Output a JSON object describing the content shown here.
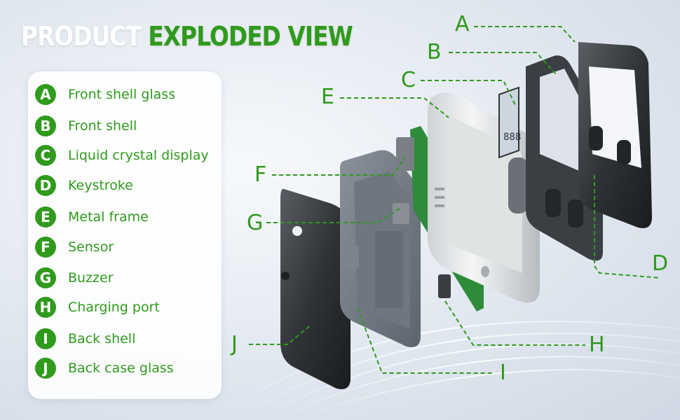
{
  "title": {
    "part1": "PRODUCT",
    "part2": "EXPLODED VIEW"
  },
  "colors": {
    "accent": "#2f9a1c",
    "title_white": "#ffffff"
  },
  "legend": {
    "items": [
      {
        "letter": "A",
        "label": "Front shell glass"
      },
      {
        "letter": "B",
        "label": "Front shell"
      },
      {
        "letter": "C",
        "label": "Liquid crystal display"
      },
      {
        "letter": "D",
        "label": "Keystroke"
      },
      {
        "letter": "E",
        "label": "Metal frame"
      },
      {
        "letter": "F",
        "label": "Sensor"
      },
      {
        "letter": "G",
        "label": "Buzzer"
      },
      {
        "letter": "H",
        "label": "Charging port"
      },
      {
        "letter": "I",
        "label": "Back shell"
      },
      {
        "letter": "J",
        "label": "Back case glass"
      }
    ]
  },
  "callouts": {
    "A": "A",
    "B": "B",
    "C": "C",
    "D": "D",
    "E": "E",
    "F": "F",
    "G": "G",
    "H": "H",
    "I": "I",
    "J": "J"
  },
  "lcd": {
    "digits": "888"
  }
}
